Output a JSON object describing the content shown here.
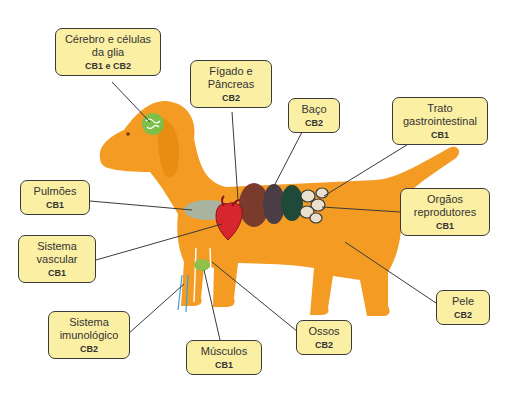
{
  "diagram": {
    "nodes": [
      {
        "text": [
          "Cérebro e células da glia",
          "CB1 e CB2"
        ]
      },
      {
        "text": [
          "Fígado e Pâncreas",
          "CB2"
        ]
      },
      {
        "text": [
          "Baço",
          "CB2"
        ]
      },
      {
        "text": [
          "Trato gastrointestinal",
          "CB1"
        ]
      },
      {
        "text": [
          "Pulmões",
          "CB1"
        ]
      },
      {
        "text": [
          "Orgãos reprodutores",
          "CB1"
        ]
      },
      {
        "text": [
          "Sistema vascular",
          "CB1"
        ]
      },
      {
        "text": [
          "Sistema imunológico",
          "CB2"
        ]
      },
      {
        "text": [
          "Pele",
          "CB2"
        ]
      },
      {
        "text": [
          "Ossos",
          "CB2"
        ]
      },
      {
        "text": [
          "Músculos",
          "CB1"
        ]
      }
    ]
  }
}
